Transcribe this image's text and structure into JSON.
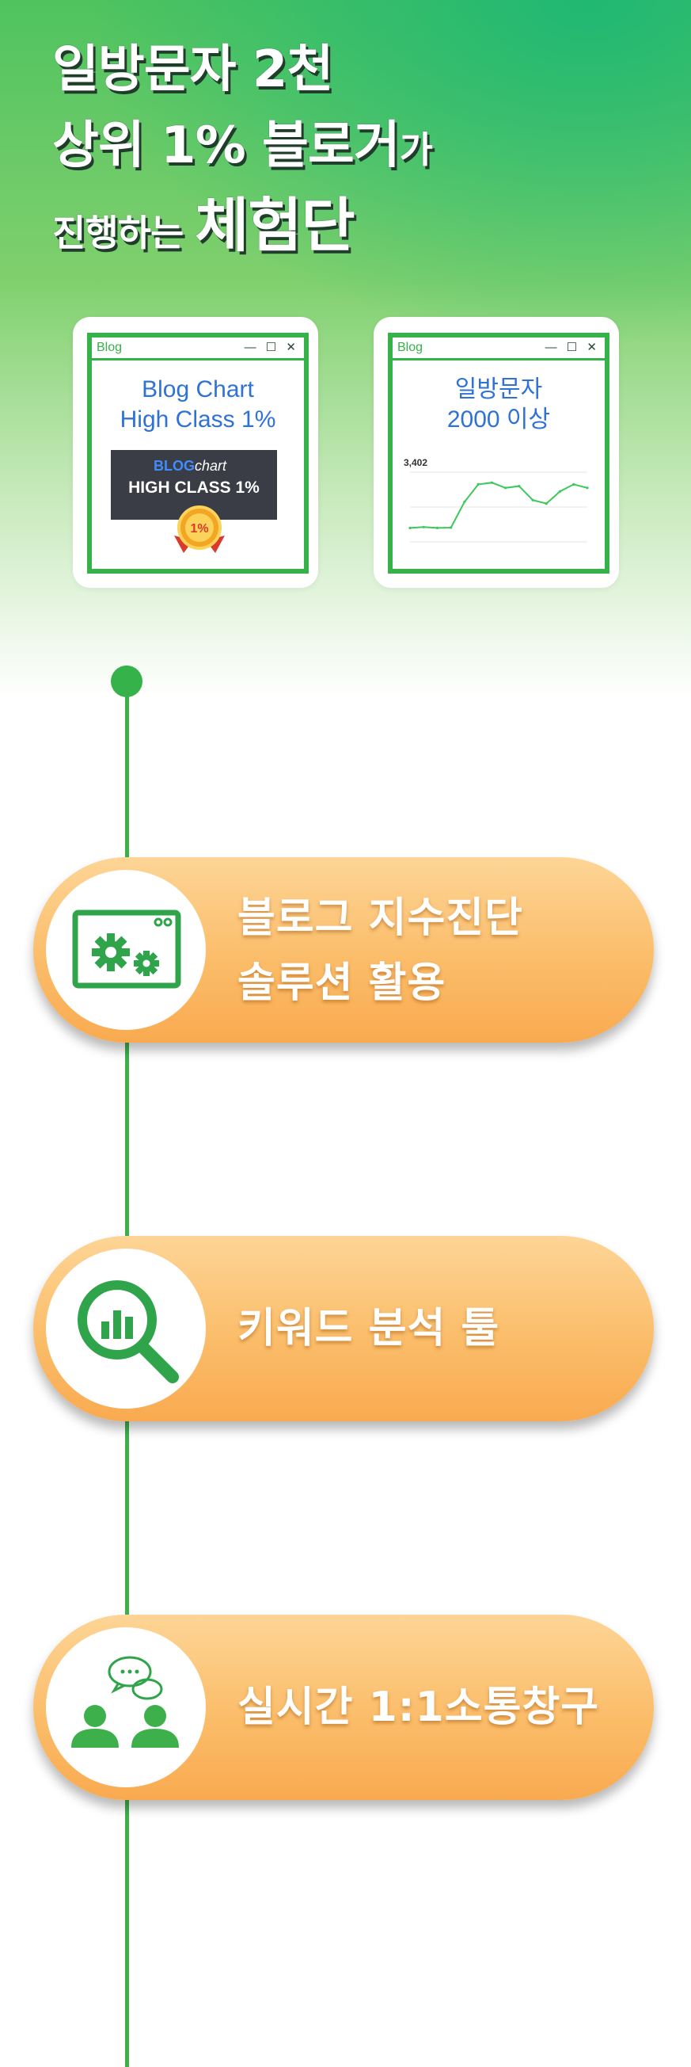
{
  "headline": {
    "line1": "일방문자 2천",
    "line2_main": "상위 1% 블로거",
    "line2_small": "가",
    "line3_main": "진행하는 ",
    "line3_big": "체험단"
  },
  "cards": [
    {
      "window_label": "Blog",
      "title_line1": "Blog Chart",
      "title_line2": "High Class 1%",
      "badge_brand_a": "BLOG",
      "badge_brand_b": "chart",
      "badge_text": "HIGH CLASS 1%",
      "medal_text": "1%"
    },
    {
      "window_label": "Blog",
      "title_line1": "일방문자",
      "title_line2": "2000 이상"
    }
  ],
  "window_controls": "— ☐ ✕",
  "chart_data": {
    "type": "line",
    "title": "",
    "big_value": "3,402",
    "x": [
      1,
      2,
      3,
      4,
      5,
      6,
      7,
      8,
      9,
      10,
      11,
      12,
      13,
      14
    ],
    "values": [
      800,
      850,
      800,
      820,
      2300,
      3300,
      3400,
      3100,
      3200,
      2400,
      2200,
      2900,
      3300,
      3100
    ],
    "ylim": [
      0,
      4000
    ],
    "grid": true,
    "color": "#3cc85a"
  },
  "features": [
    {
      "line1": "블로그 지수진단",
      "line2": "솔루션 활용",
      "icon": "gear-window-icon"
    },
    {
      "line1": "키워드 분석 툴",
      "line2": "",
      "icon": "magnifier-chart-icon"
    },
    {
      "line1": "실시간 1:1소통창구",
      "line2": "",
      "icon": "chat-people-icon"
    }
  ],
  "colors": {
    "green": "#35b24a",
    "orange": "#f9aa50",
    "blue_title": "#2f72d6"
  }
}
